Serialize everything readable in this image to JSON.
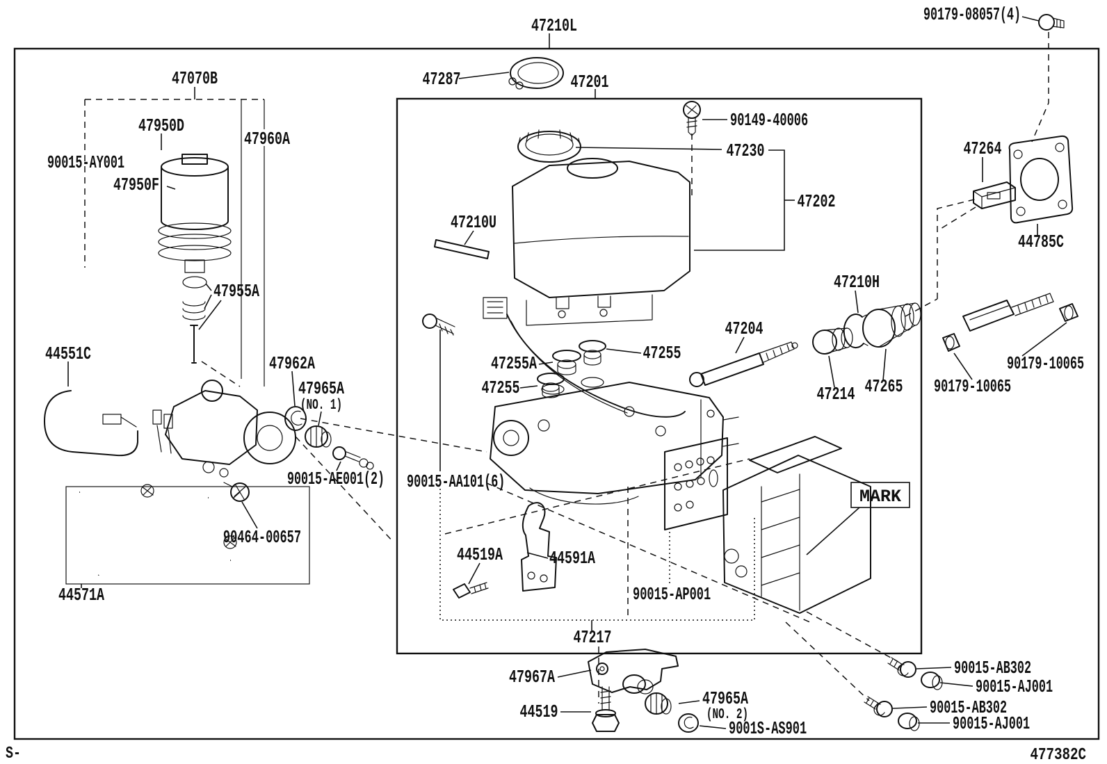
{
  "sheet": {
    "drawing_code": "477382C",
    "corner_mark": "S-"
  },
  "colors": {
    "line": "#101010",
    "background": "#ffffff"
  },
  "parts": {
    "p47210L": "47210L",
    "p90179_08057": "90179-08057(4)",
    "p47287": "47287",
    "p47201": "47201",
    "p90149_40006": "90149-40006",
    "p47230": "47230",
    "p47202": "47202",
    "p47070B": "47070B",
    "p47950D": "47950D",
    "p47960A": "47960A",
    "p90015_AY001": "90015-AY001",
    "p47950F": "47950F",
    "p47955A": "47955A",
    "p44551C": "44551C",
    "p47962A": "47962A",
    "p47965A": "47965A",
    "no1": "(NO. 1)",
    "no2": "(NO. 2)",
    "p90015_AE001": "90015-AE001(2)",
    "p90464_00657": "90464-00657",
    "p44571A": "44571A",
    "p47210U": "47210U",
    "p47255A": "47255A",
    "p47255": "47255",
    "p47204": "47204",
    "p47210H": "47210H",
    "p47214": "47214",
    "p47265": "47265",
    "p47264": "47264",
    "p44785C": "44785C",
    "p90179_10065": "90179-10065",
    "p90015_AA101": "90015-AA101(6)",
    "p44519A": "44519A",
    "p44591A": "44591A",
    "p90015_AP001": "90015-AP001",
    "mark": "MARK",
    "p47217": "47217",
    "p47967A": "47967A",
    "p44519": "44519",
    "p9001S_AS901": "9001S-AS901",
    "p90015_AB302": "90015-AB302",
    "p90015_AJ001": "90015-AJ001"
  }
}
